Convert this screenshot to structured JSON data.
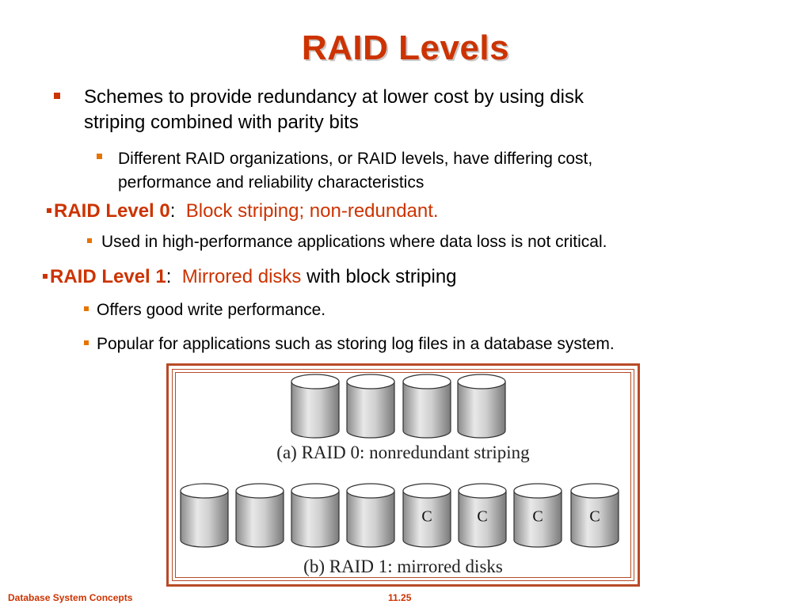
{
  "title": "RAID Levels",
  "bullets": {
    "b1": "Schemes to provide redundancy at lower cost by using disk striping combined with parity bits",
    "b1_line1": "Schemes to provide redundancy at lower cost by using disk",
    "b1_line2": "striping combined with parity bits",
    "b1_sub_line1": "Different RAID organizations, or RAID levels, have differing cost,",
    "b1_sub_line2": "performance and reliability characteristics",
    "raid0_label": "RAID Level 0",
    "raid0_colon": ":",
    "raid0_desc": "Block striping; non-redundant.",
    "raid0_sub": "Used in high-performance applications where data loss is not critical.",
    "raid1_label": "RAID Level 1",
    "raid1_colon": ":",
    "raid1_desc_red": "Mirrored disks",
    "raid1_desc_rest": " with block striping",
    "raid1_sub1": "Offers good write performance.",
    "raid1_sub2": "Popular for applications such as storing log files in a database system."
  },
  "diagram": {
    "caption_a": "(a) RAID 0: nonredundant striping",
    "caption_b": "(b) RAID 1: mirrored disks",
    "copy_letter": "C"
  },
  "footer": {
    "left": "Database System Concepts",
    "page": "11.25"
  },
  "colors": {
    "accent": "#cc3300",
    "bullet_orange": "#e67300",
    "frame": "#b84a26"
  }
}
